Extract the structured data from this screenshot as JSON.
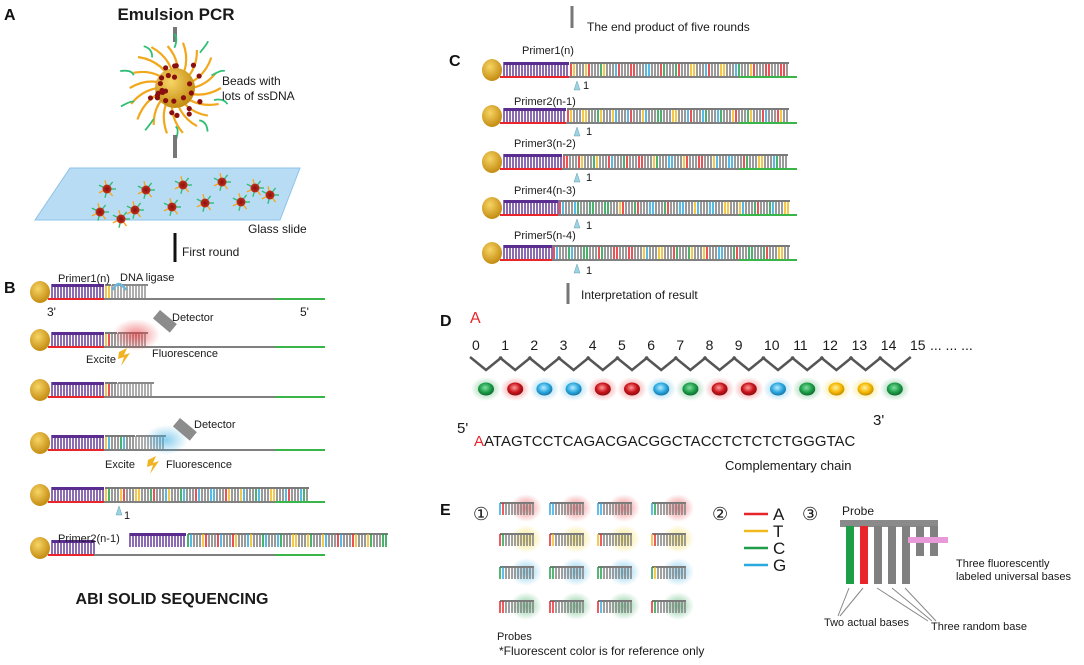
{
  "panels": {
    "a": "A",
    "b": "B",
    "c": "C",
    "d": "D",
    "e": "E"
  },
  "panel_a": {
    "title": "Emulsion PCR",
    "beads_label_1": "Beads with",
    "beads_label_2": "lots of ssDNA",
    "slide_label": "Glass slide",
    "step_label": "First round"
  },
  "panel_b": {
    "primer1": "Primer1(n)",
    "ligase": "DNA ligase",
    "end3": "3'",
    "end5": "5'",
    "detector": "Detector",
    "fluorescence": "Fluorescence",
    "excite": "Excite",
    "position_marker": "1",
    "primer2": "Primer2(n-1)",
    "method_title": "ABI SOLID SEQUENCING"
  },
  "panel_c": {
    "top_label": "The end product of five rounds",
    "primers": [
      "Primer1(n)",
      "Primer2(n-1)",
      "Primer3(n-2)",
      "Primer4(n-3)",
      "Primer5(n-4)"
    ],
    "marker": "1",
    "bottom_label": "Interpretation of result"
  },
  "panel_d": {
    "start_base": "A",
    "positions": [
      "0",
      "1",
      "2",
      "3",
      "4",
      "5",
      "6",
      "7",
      "8",
      "9",
      "10",
      "11",
      "12",
      "13",
      "14",
      "15"
    ],
    "ellipsis": "... ... ...",
    "dot_colors": [
      "green",
      "red",
      "blue",
      "blue",
      "red",
      "red",
      "blue",
      "green",
      "red",
      "red",
      "blue",
      "green",
      "yellow",
      "yellow",
      "green"
    ],
    "end5": "5'",
    "end3": "3'",
    "sequence_first": "A",
    "sequence_rest": "ATAGTCCTCAGACGACGGCTACCTCTCTCTGGGTAC",
    "chain_label": "Complementary chain"
  },
  "panel_e": {
    "mark1": "①",
    "mark2": "②",
    "mark3": "③",
    "probes_label": "Probes",
    "note": "*Fluorescent color is for reference only",
    "legend": [
      {
        "base": "A",
        "color": "#e8252a"
      },
      {
        "base": "T",
        "color": "#f2b91e"
      },
      {
        "base": "C",
        "color": "#1e9e49"
      },
      {
        "base": "G",
        "color": "#2ba8e0"
      }
    ],
    "probe_title": "Probe",
    "labeled_1": "Three fluorescently",
    "labeled_2": "labeled universal bases",
    "actual_bases": "Two actual bases",
    "random_bases": "Three random base"
  },
  "colors": {
    "red": "#e8252a",
    "yellow": "#f2b91e",
    "green": "#1e9e49",
    "blue": "#2ba8e0",
    "purple": "#5b2d90",
    "grey": "#7a7a7a",
    "bead": "#d9a521",
    "slide": "#b9dcf5"
  }
}
